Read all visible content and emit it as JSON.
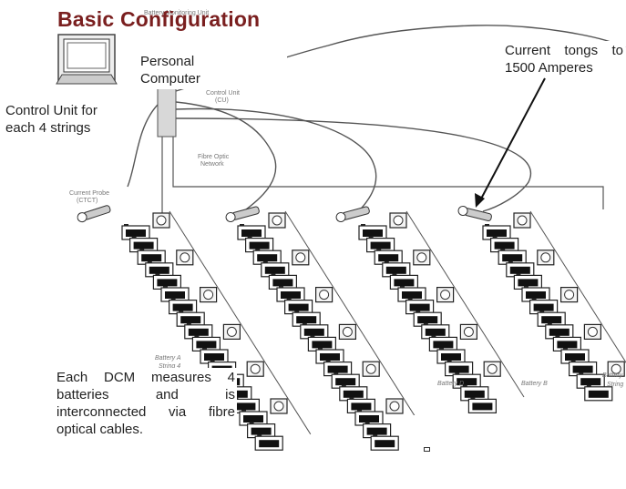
{
  "title": "Basic Configuration",
  "labels": {
    "personal_computer": [
      "Personal",
      "Computer"
    ],
    "control_unit": "Control Unit for each 4 strings",
    "current_tongs": "Current tongs to 1500 Amperes",
    "dcm": "Each DCM measures 4 batteries and is interconnected via fibre optical cables."
  },
  "diagram_text": {
    "bmu": "Battery Monitoring Unit",
    "control_unit": "Control Unit",
    "control_unit_code": "(CU)",
    "fibre_optic": "Fibre Optic",
    "network": "Network",
    "current_probe": "Current Probe",
    "current_probe_code": "(CTCT)",
    "battery_a": "Battery A",
    "string_a": "String 4",
    "battery_b": "Battery D",
    "battery_c": "Battery B",
    "battery_d": "Battery",
    "string_d": "String"
  },
  "colors": {
    "title": "#7a1f1f",
    "line": "#555555"
  }
}
